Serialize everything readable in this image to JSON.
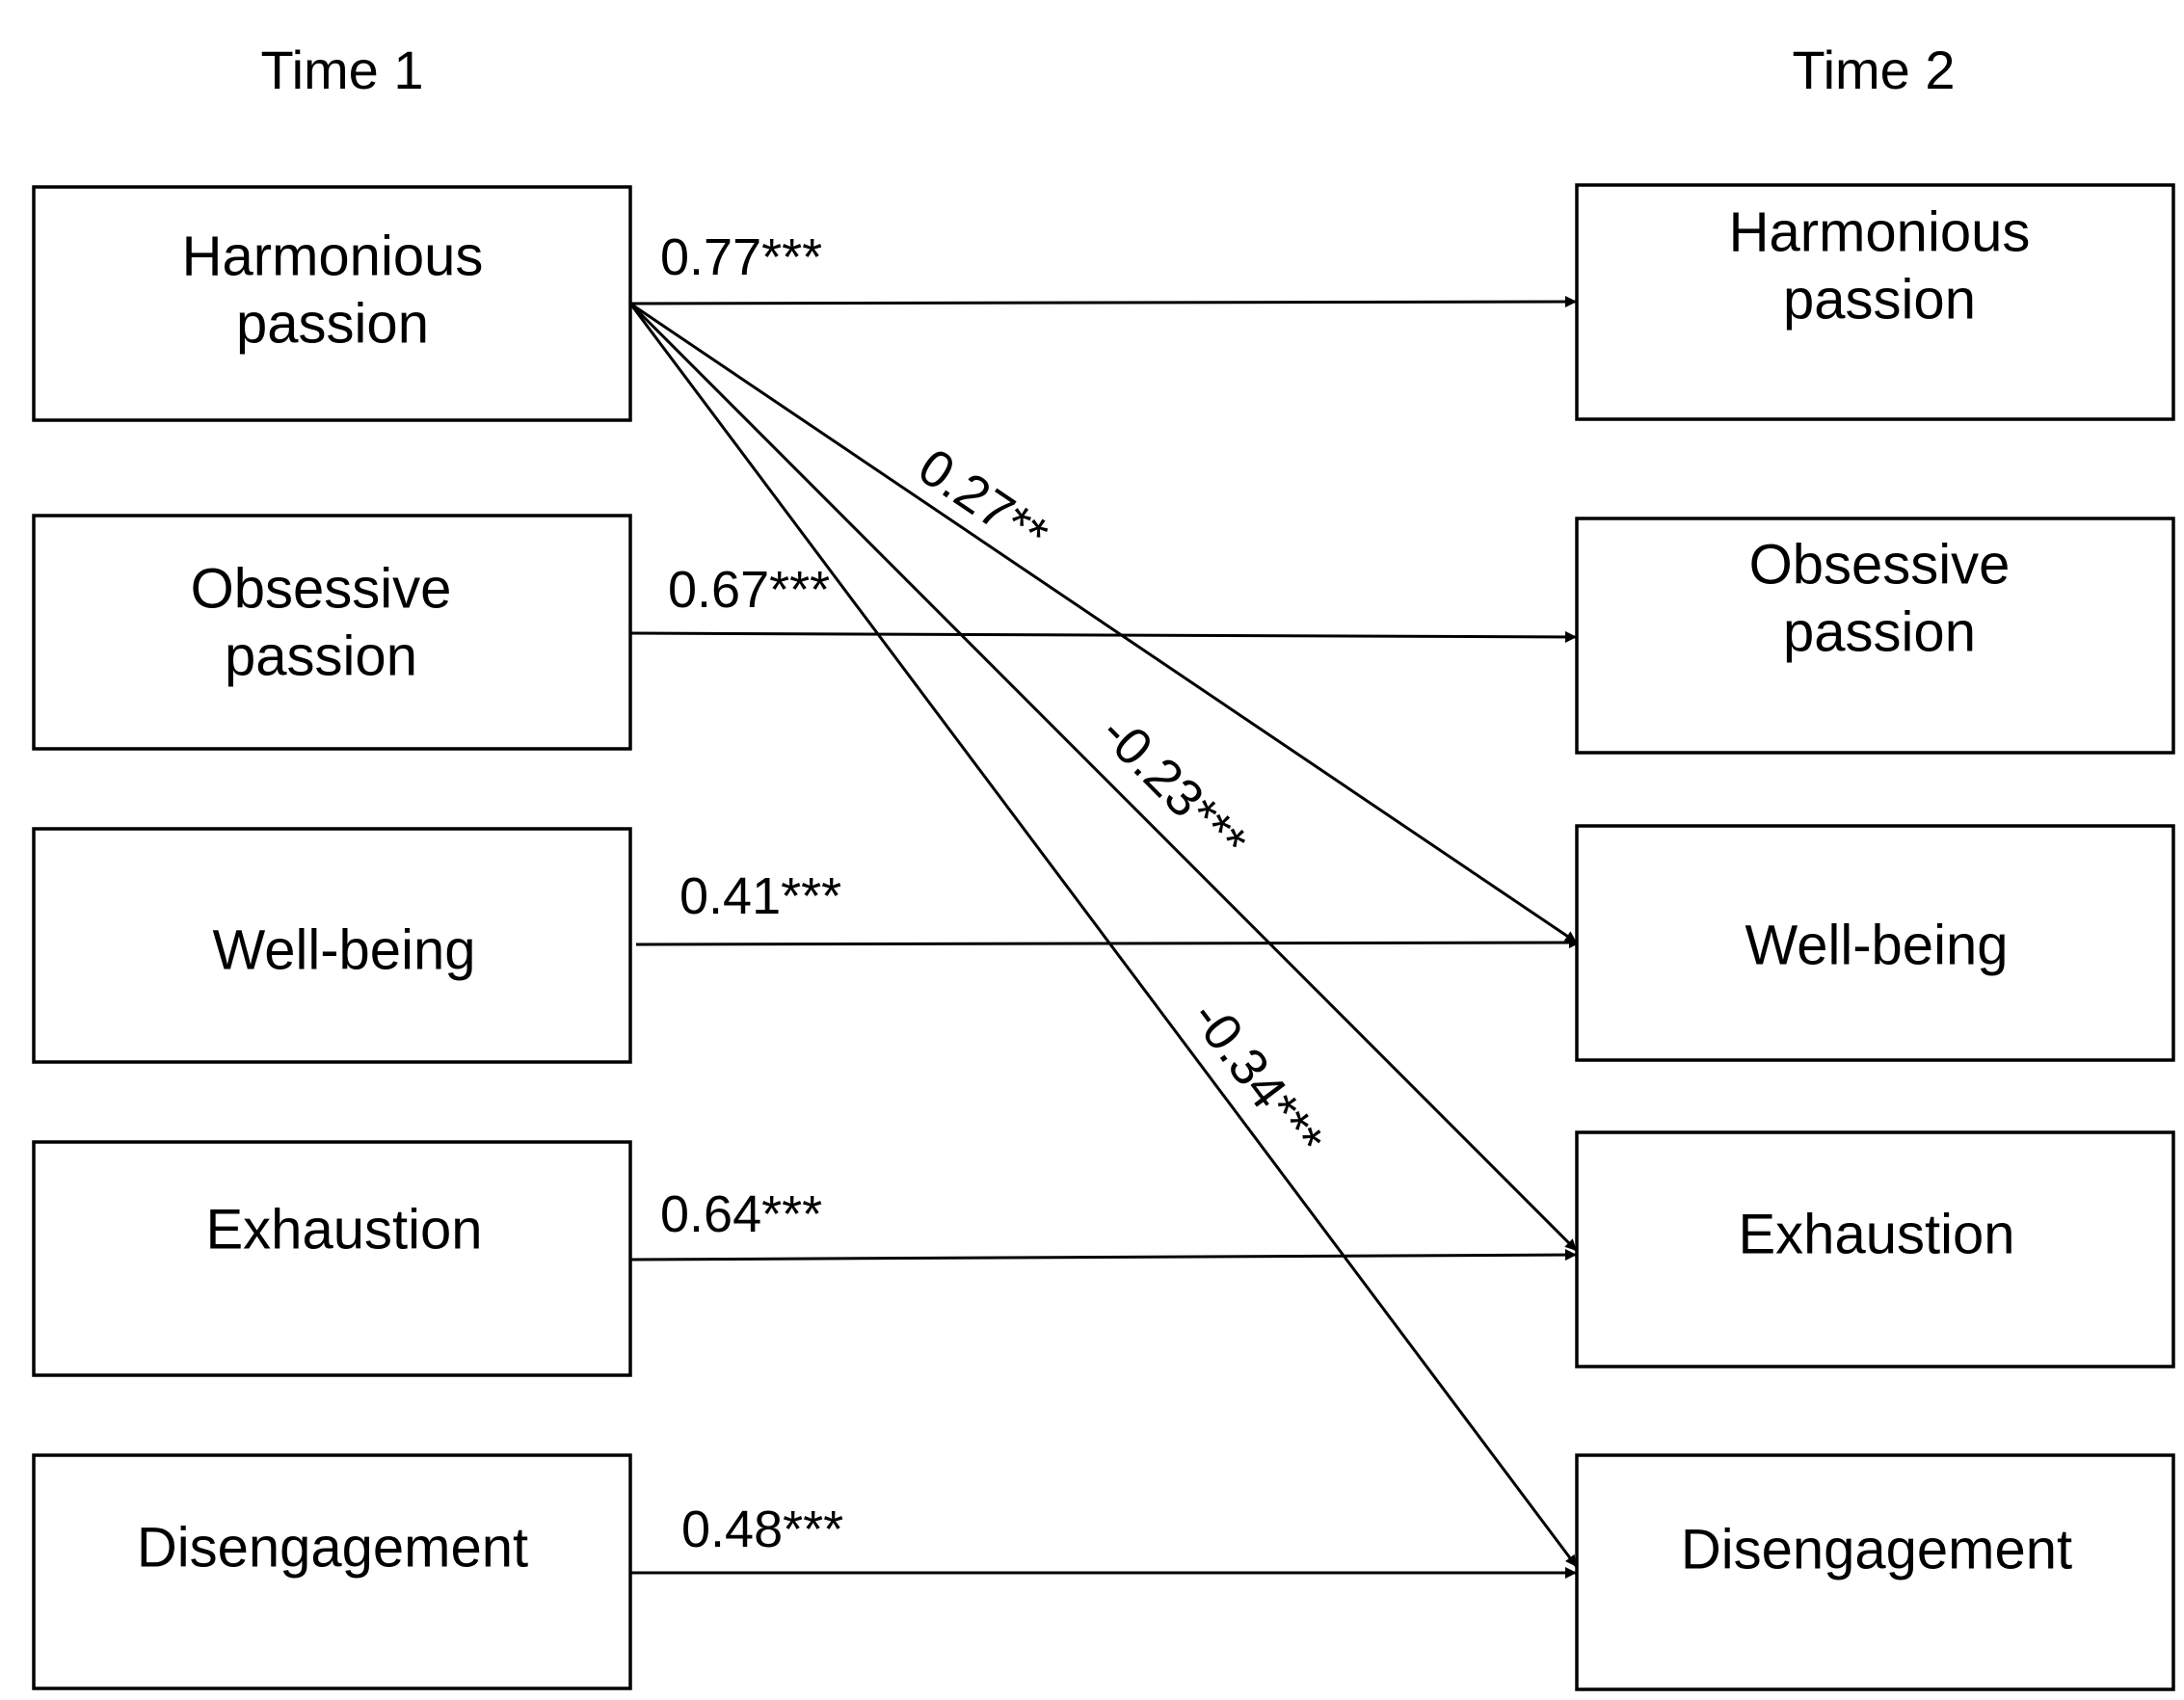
{
  "columns": {
    "time1": "Time 1",
    "time2": "Time 2"
  },
  "time1_nodes": [
    {
      "id": "hp1",
      "lines": [
        "Harmonious",
        "passion"
      ]
    },
    {
      "id": "op1",
      "lines": [
        "Obsessive",
        "passion"
      ]
    },
    {
      "id": "wb1",
      "lines": [
        "Well-being"
      ]
    },
    {
      "id": "ex1",
      "lines": [
        "Exhaustion"
      ]
    },
    {
      "id": "de1",
      "lines": [
        "Disengagement"
      ]
    }
  ],
  "time2_nodes": [
    {
      "id": "hp2",
      "lines": [
        "Harmonious",
        "passion"
      ]
    },
    {
      "id": "op2",
      "lines": [
        "Obsessive",
        "passion"
      ]
    },
    {
      "id": "wb2",
      "lines": [
        "Well-being"
      ]
    },
    {
      "id": "ex2",
      "lines": [
        "Exhaustion"
      ]
    },
    {
      "id": "de2",
      "lines": [
        "Disengagement"
      ]
    }
  ],
  "edges": [
    {
      "from": "hp1",
      "to": "hp2",
      "label": "0.77***"
    },
    {
      "from": "op1",
      "to": "op2",
      "label": "0.67***"
    },
    {
      "from": "wb1",
      "to": "wb2",
      "label": "0.41***"
    },
    {
      "from": "ex1",
      "to": "ex2",
      "label": "0.64***"
    },
    {
      "from": "de1",
      "to": "de2",
      "label": "0.48***"
    },
    {
      "from": "hp1",
      "to": "wb2",
      "label": "0.27**"
    },
    {
      "from": "hp1",
      "to": "ex2",
      "label": "-0.23***"
    },
    {
      "from": "hp1",
      "to": "de2",
      "label": "-0.34***"
    }
  ],
  "colors": {
    "stroke": "#000000",
    "background": "#ffffff"
  }
}
